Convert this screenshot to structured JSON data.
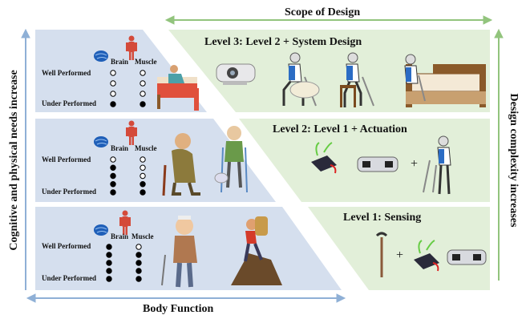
{
  "axes": {
    "top": "Scope of Design",
    "bottom": "Body Function",
    "left": "Cognitive and physical needs increase",
    "right": "Design complexity increases"
  },
  "levels": [
    {
      "title": "Level 3: Level 2 + System Design",
      "brain": "Brain",
      "muscle": "Muscle",
      "well": "Well Performed",
      "under": "Under Performed",
      "brain_dots": [
        0,
        0,
        0,
        1
      ],
      "muscle_dots": [
        0,
        0,
        0,
        1
      ]
    },
    {
      "title": "Level 2: Level 1 + Actuation",
      "brain": "Brain",
      "muscle": "Muscle",
      "well": "Well Performed",
      "under": "Under Performed",
      "brain_dots": [
        0,
        1,
        1,
        1,
        1
      ],
      "muscle_dots": [
        0,
        0,
        0,
        1,
        1
      ]
    },
    {
      "title": "Level 1: Sensing",
      "brain": "Brain",
      "muscle": "Muscle",
      "well": "Well Performed",
      "under": "Under Performed",
      "brain_dots": [
        1,
        1,
        1,
        1,
        1
      ],
      "muscle_dots": [
        0,
        1,
        1,
        1,
        1
      ]
    }
  ],
  "plus": "+",
  "colors": {
    "blue_panel": "#d5dfee",
    "green_panel": "#e2efd9",
    "blue_arrow": "#8fb0d6",
    "green_arrow": "#92c47d"
  }
}
